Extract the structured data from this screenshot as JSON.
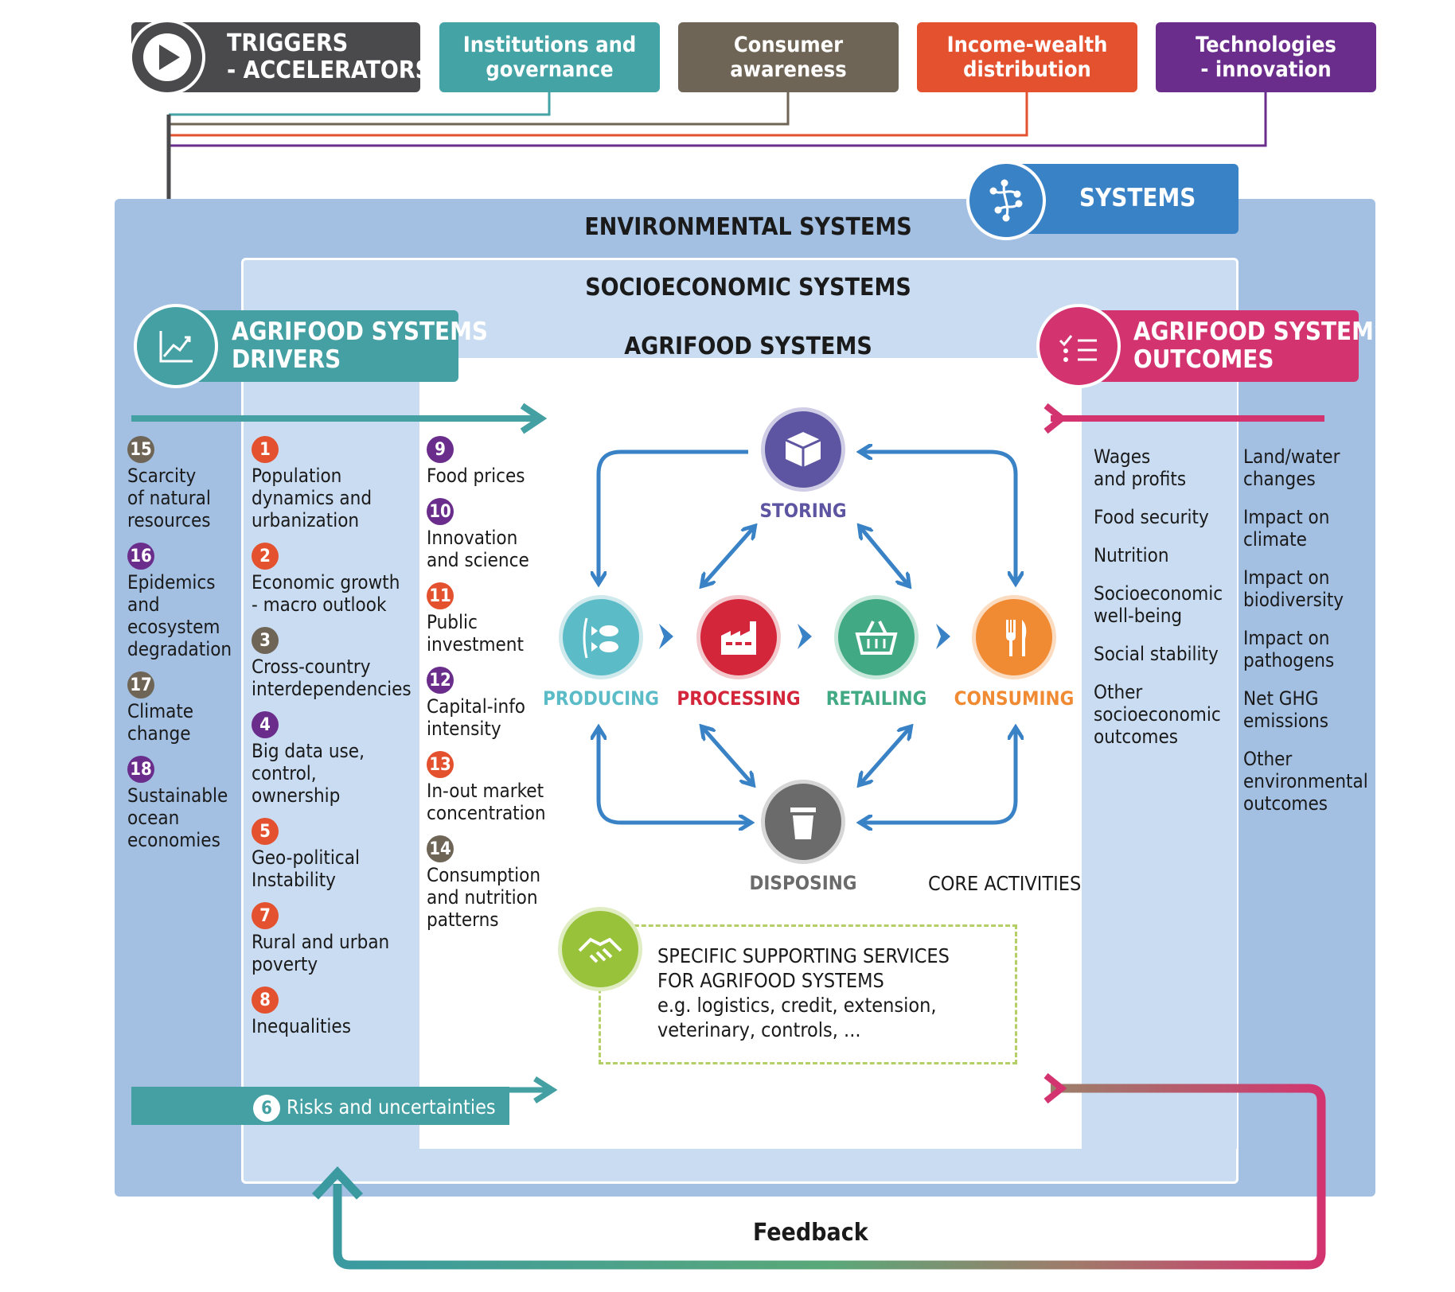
{
  "colors": {
    "triggers": "#4a4a4c",
    "institutions": "#43a3a5",
    "consumer": "#6e6556",
    "income": "#e4512f",
    "technologies": "#6a2d8c",
    "systems_blue": "#3a82c6",
    "drivers_teal": "#44a0a2",
    "outcomes_pink": "#d33470",
    "env_bg": "#a3c0e3",
    "socio_bg": "#c9dcf1",
    "producing": "#5bbcc7",
    "processing": "#d4263b",
    "retailing": "#42a985",
    "consuming": "#f08a33",
    "storing": "#5d55a1",
    "disposing": "#6b6b6b",
    "support": "#97c23a"
  },
  "triggers": {
    "main": "TRIGGERS\n- ACCELERATORS",
    "institutions": "Institutions and\ngovernance",
    "consumer": "Consumer\nawareness",
    "income": "Income-wealth\ndistribution",
    "technologies": "Technologies\n- innovation"
  },
  "systems": {
    "badge": "SYSTEMS",
    "environmental": "ENVIRONMENTAL SYSTEMS",
    "socioeconomic": "SOCIOECONOMIC SYSTEMS",
    "agrifood": "AGRIFOOD SYSTEMS"
  },
  "drivers": {
    "title": "AGRIFOOD SYSTEMS\nDRIVERS",
    "col1": [
      {
        "num": "15",
        "text": "Scarcity\nof natural\nresources",
        "color": "#6e6556"
      },
      {
        "num": "16",
        "text": "Epidemics\nand\necosystem\ndegradation",
        "color": "#6a2d8c"
      },
      {
        "num": "17",
        "text": "Climate\nchange",
        "color": "#6e6556"
      },
      {
        "num": "18",
        "text": "Sustainable\nocean\neconomies",
        "color": "#6a2d8c"
      }
    ],
    "col2": [
      {
        "num": "1",
        "text": "Population\ndynamics and\nurbanization",
        "color": "#e4512f"
      },
      {
        "num": "2",
        "text": "Economic growth\n- macro outlook",
        "color": "#e4512f"
      },
      {
        "num": "3",
        "text": "Cross-country\ninterdependencies",
        "color": "#6e6556"
      },
      {
        "num": "4",
        "text": "Big data use,\ncontrol,\nownership",
        "color": "#6a2d8c"
      },
      {
        "num": "5",
        "text": "Geo-political\nInstability",
        "color": "#e4512f"
      },
      {
        "num": "7",
        "text": "Rural and urban\npoverty",
        "color": "#e4512f"
      },
      {
        "num": "8",
        "text": "Inequalities",
        "color": "#e4512f"
      }
    ],
    "col3": [
      {
        "num": "9",
        "text": "Food prices",
        "color": "#6a2d8c"
      },
      {
        "num": "10",
        "text": "Innovation\nand science",
        "color": "#6a2d8c"
      },
      {
        "num": "11",
        "text": "Public\ninvestment",
        "color": "#e4512f"
      },
      {
        "num": "12",
        "text": "Capital-info\nintensity",
        "color": "#6a2d8c"
      },
      {
        "num": "13",
        "text": "In-out market\nconcentration",
        "color": "#e4512f"
      },
      {
        "num": "14",
        "text": "Consumption\nand nutrition\npatterns",
        "color": "#6e6556"
      }
    ],
    "risks": {
      "num": "6",
      "text": "Risks and uncertainties"
    }
  },
  "activities": {
    "storing": "STORING",
    "producing": "PRODUCING",
    "processing": "PROCESSING",
    "retailing": "RETAILING",
    "consuming": "CONSUMING",
    "disposing": "DISPOSING",
    "core": "CORE ACTIVITIES"
  },
  "support": {
    "title": "SPECIFIC SUPPORTING SERVICES\nFOR AGRIFOOD SYSTEMS",
    "examples": "e.g. logistics, credit, extension,\nveterinary, controls, ..."
  },
  "outcomes": {
    "title": "AGRIFOOD SYSTEMS\nOUTCOMES",
    "socioeconomic": [
      "Wages\nand profits",
      "Food security",
      "Nutrition",
      "Socioeconomic\nwell-being",
      "Social stability",
      "Other\nsocioeconomic\noutcomes"
    ],
    "environmental": [
      "Land/water\nchanges",
      "Impact on\nclimate",
      "Impact on\nbiodiversity",
      "Impact on\npathogens",
      "Net GHG\nemissions",
      "Other\nenvironmental\noutcomes"
    ]
  },
  "feedback": "Feedback"
}
